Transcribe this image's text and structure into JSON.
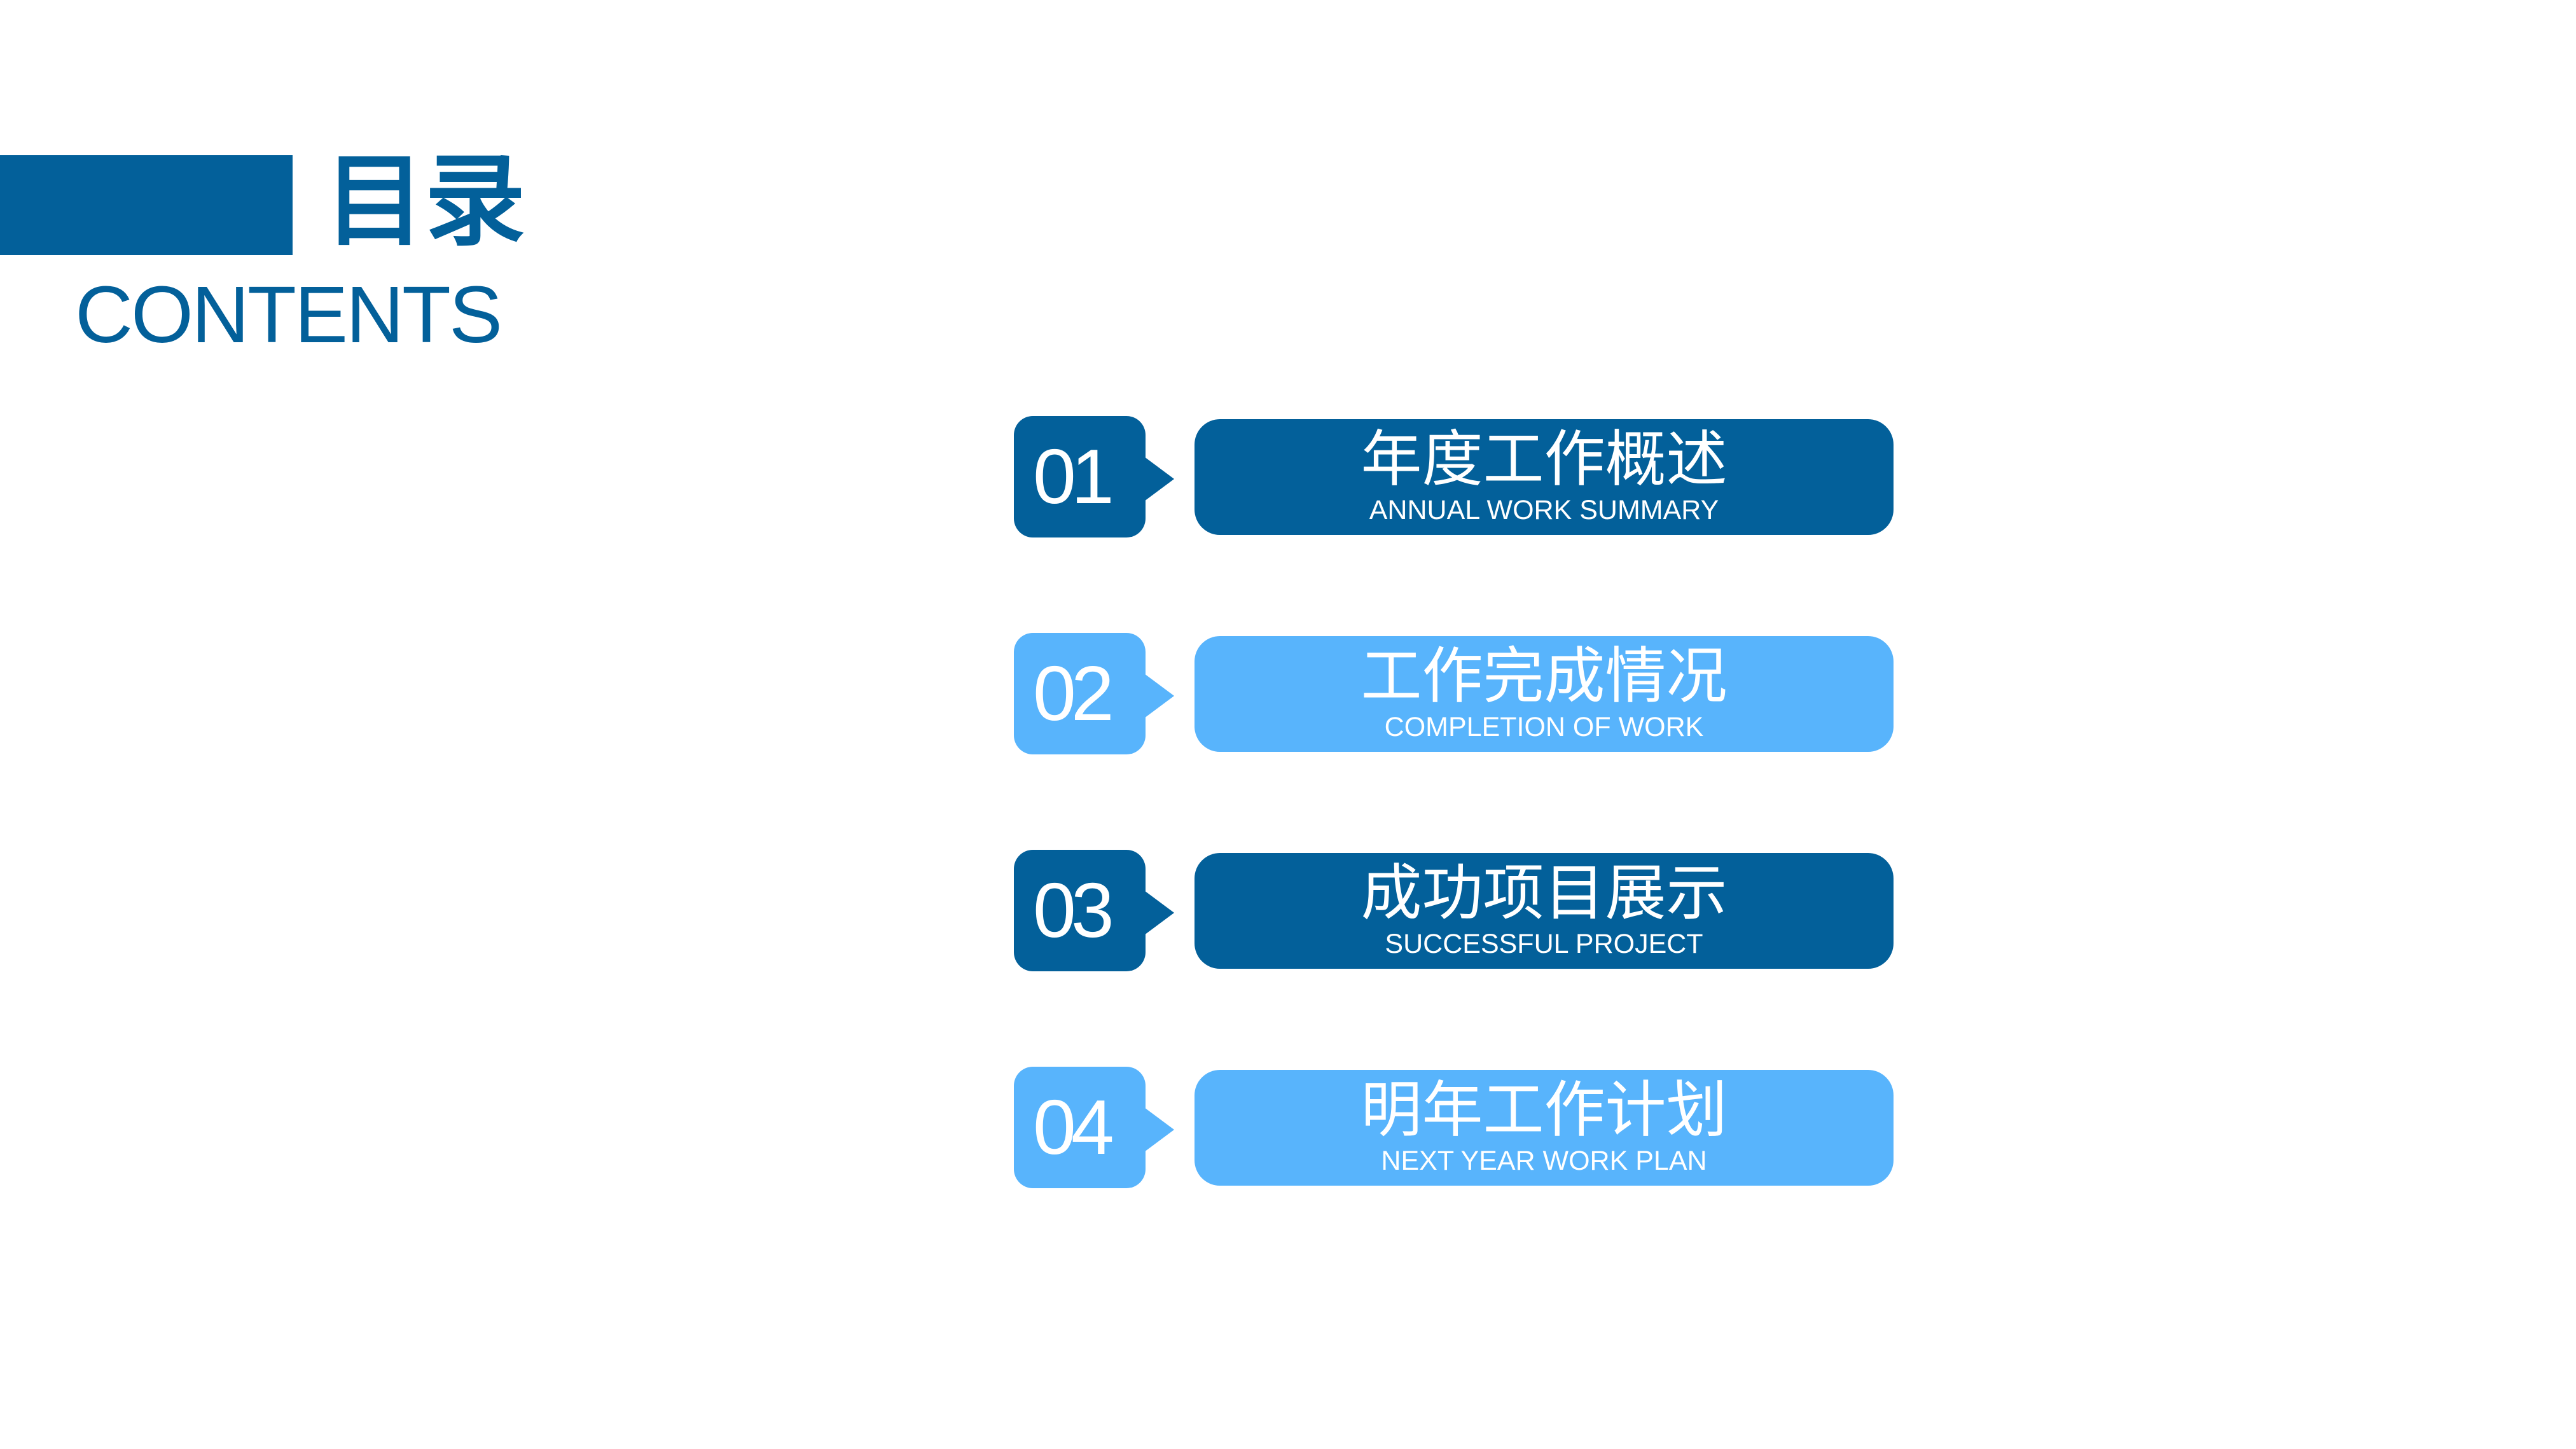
{
  "header": {
    "title_cn": "目录",
    "title_en": "CONTENTS"
  },
  "colors": {
    "dark_blue": "#03609A",
    "light_blue": "#58B4FC",
    "text_on_fill": "#FFFFFF",
    "background": "#FFFFFF"
  },
  "items": [
    {
      "number": "01",
      "title_cn": "年度工作概述",
      "title_en": "ANNUAL WORK SUMMARY",
      "style": "dark"
    },
    {
      "number": "02",
      "title_cn": "工作完成情况",
      "title_en": "COMPLETION OF WORK",
      "style": "light"
    },
    {
      "number": "03",
      "title_cn": "成功项目展示",
      "title_en": "SUCCESSFUL PROJECT",
      "style": "dark"
    },
    {
      "number": "04",
      "title_cn": "明年工作计划",
      "title_en": "NEXT YEAR WORK PLAN",
      "style": "light"
    }
  ]
}
